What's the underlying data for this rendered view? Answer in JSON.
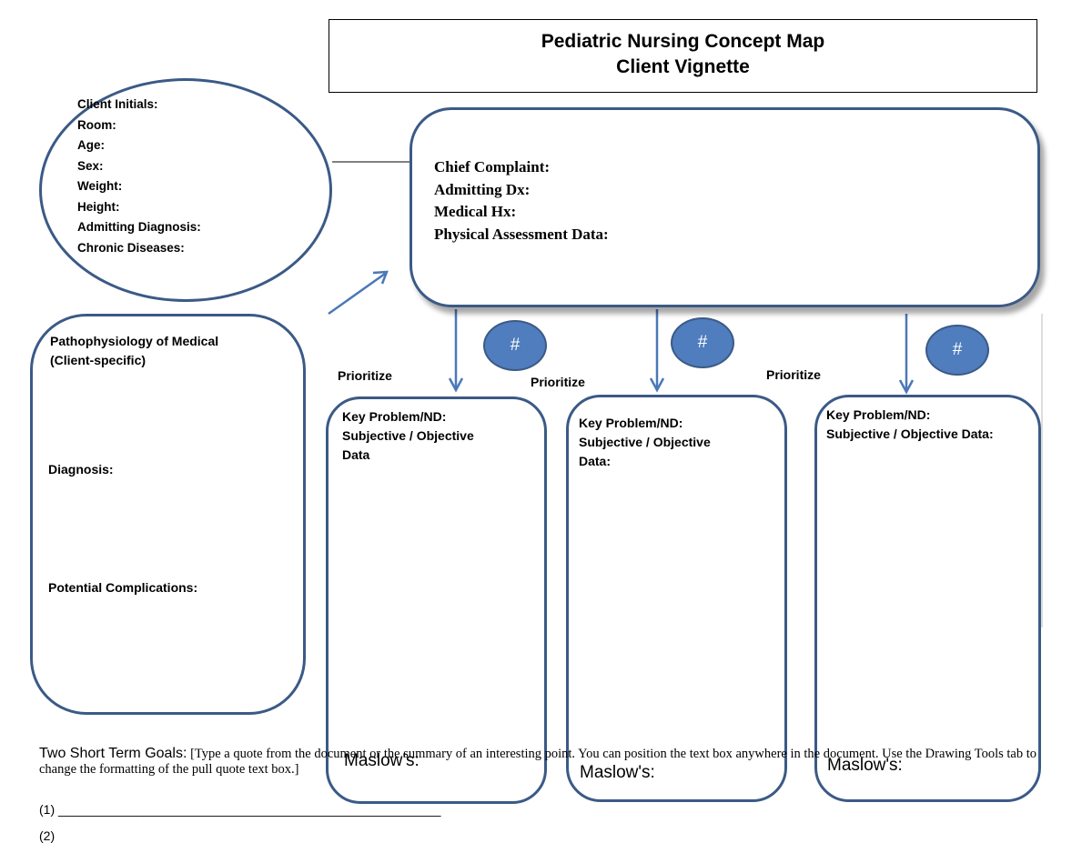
{
  "title": {
    "line1": "Pediatric Nursing Concept Map",
    "line2": "Client Vignette"
  },
  "client_info": [
    "Client Initials:",
    "Room:",
    "Age:",
    "Sex:",
    "Weight:",
    "Height:",
    "Admitting Diagnosis:",
    "Chronic Diseases:"
  ],
  "chief": [
    "Chief Complaint:",
    "Admitting Dx:",
    "Medical Hx:",
    "Physical Assessment Data:"
  ],
  "patho": {
    "line1": "Pathophysiology of Medical",
    "line2": "(Client-specific)",
    "diagnosis": "Diagnosis:",
    "complications": "Potential Complications:"
  },
  "priority_label": "Prioritize",
  "number_symbol": "#",
  "problems": [
    {
      "l1": "Key Problem/ND:",
      "l2": "Subjective / Objective",
      "l3": "Data"
    },
    {
      "l1": "Key Problem/ND:",
      "l2": "Subjective / Objective",
      "l3": "Data:"
    },
    {
      "l1": "Key Problem/ND:",
      "l2": "Subjective / Objective Data:",
      "l3": ""
    }
  ],
  "maslow_label": "Maslow's:",
  "goals": {
    "label": "Two  Short Term Goals:",
    "text": "[Type a quote from the document or the summary of an interesting point. You can position the text box anywhere in the document. Use the Drawing Tools tab to change the formatting of the pull quote text box.]",
    "line1": "(1) ______________________________________________________",
    "line2": "(2)"
  }
}
